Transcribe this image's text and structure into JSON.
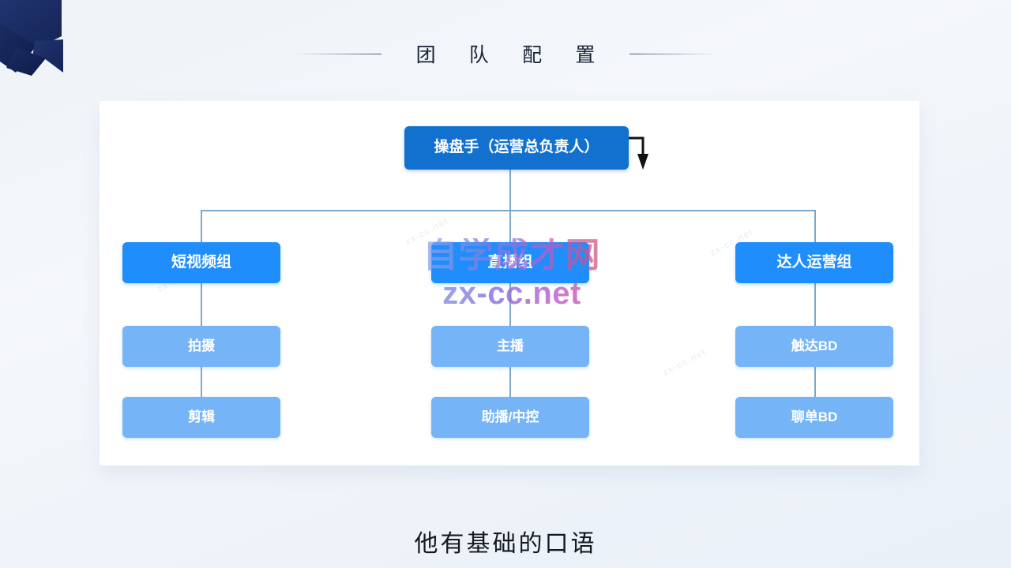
{
  "slide": {
    "title": "团 队 配 置",
    "caption": "他有基础的口语"
  },
  "decor": {
    "ribbon_color": "#1b2f66",
    "rule_color": "#283755"
  },
  "watermark": {
    "brand": "自学成才网",
    "url": "zx-cc.net",
    "ghost_text": "zx-cc.net"
  },
  "chart_data": {
    "type": "diagram",
    "title": "团 队 配 置",
    "layout": "org-chart",
    "colors": {
      "root": "#1271cf",
      "group": "#1f8efc",
      "leaf": "#74b4f7",
      "connector": "#7ba9cb",
      "panel": "#ffffff"
    },
    "root": {
      "label": "操盘手（运营总负责人）"
    },
    "branches": [
      {
        "label": "短视频组",
        "children": [
          {
            "label": "拍摄"
          },
          {
            "label": "剪辑"
          }
        ]
      },
      {
        "label": "直播组",
        "children": [
          {
            "label": "主播"
          },
          {
            "label": "助播/中控"
          }
        ]
      },
      {
        "label": "达人运营组",
        "children": [
          {
            "label": "触达BD"
          },
          {
            "label": "聊单BD"
          }
        ]
      }
    ]
  },
  "nodes": {
    "root": "操盘手（运营总负责人）",
    "g1": "短视频组",
    "g1c1": "拍摄",
    "g1c2": "剪辑",
    "g2": "直播组",
    "g2c1": "主播",
    "g2c2": "助播/中控",
    "g3": "达人运营组",
    "g3c1": "触达BD",
    "g3c2": "聊单BD"
  }
}
